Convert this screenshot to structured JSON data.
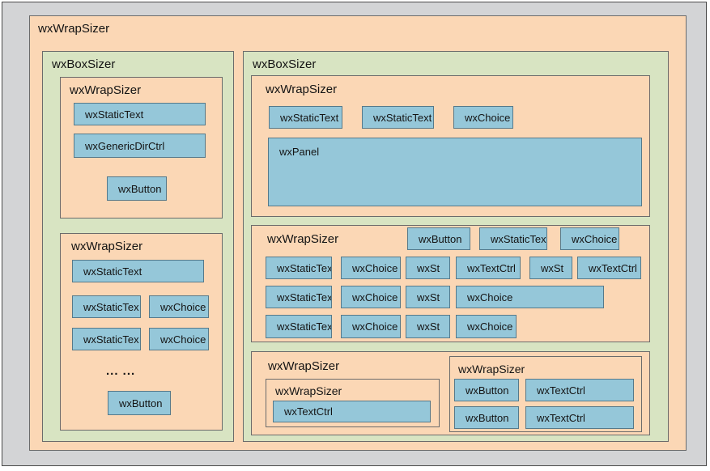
{
  "colors": {
    "background_gray": "#d3d4d6",
    "sizer_orange": "#fbd7b5",
    "boxsizer_green": "#d8e4c2",
    "control_blue": "#95c7d9",
    "border_dark": "#6b6b6b",
    "text": "#141414"
  },
  "root": {
    "label": "wxWrapSizer"
  },
  "left_column": {
    "label": "wxBoxSizer",
    "top_group": {
      "label": "wxWrapSizer",
      "static_text": "wxStaticText",
      "dir_ctrl": "wxGenericDirCtrl",
      "button": "wxButton"
    },
    "bottom_group": {
      "label": "wxWrapSizer",
      "static_text": "wxStaticText",
      "rows": [
        {
          "static_text": "wxStaticTex",
          "choice": "wxChoice"
        },
        {
          "static_text": "wxStaticTex",
          "choice": "wxChoice"
        }
      ],
      "ellipsis": "... ...",
      "button": "wxButton"
    }
  },
  "right_column": {
    "label": "wxBoxSizer",
    "top_group": {
      "label": "wxWrapSizer",
      "static_text_1": "wxStaticText",
      "static_text_2": "wxStaticText",
      "choice": "wxChoice",
      "panel": "wxPanel"
    },
    "middle_group": {
      "label": "wxWrapSizer",
      "header_row": [
        "wxButton",
        "wxStaticTex",
        "wxChoice"
      ],
      "row_1": [
        "wxStaticTex",
        "wxChoice",
        "wxSt",
        "wxTextCtrl",
        "wxSt",
        "wxTextCtrl"
      ],
      "row_2": [
        "wxStaticTex",
        "wxChoice",
        "wxSt",
        "wxChoice"
      ],
      "row_3": [
        "wxStaticTex",
        "wxChoice",
        "wxSt",
        "wxChoice"
      ]
    },
    "bottom_group": {
      "label": "wxWrapSizer",
      "inner_left": {
        "label": "wxWrapSizer",
        "text_ctrl": "wxTextCtrl"
      },
      "inner_right": {
        "label": "wxWrapSizer",
        "rows": [
          {
            "button": "wxButton",
            "text_ctrl": "wxTextCtrl"
          },
          {
            "button": "wxButton",
            "text_ctrl": "wxTextCtrl"
          }
        ]
      }
    }
  }
}
